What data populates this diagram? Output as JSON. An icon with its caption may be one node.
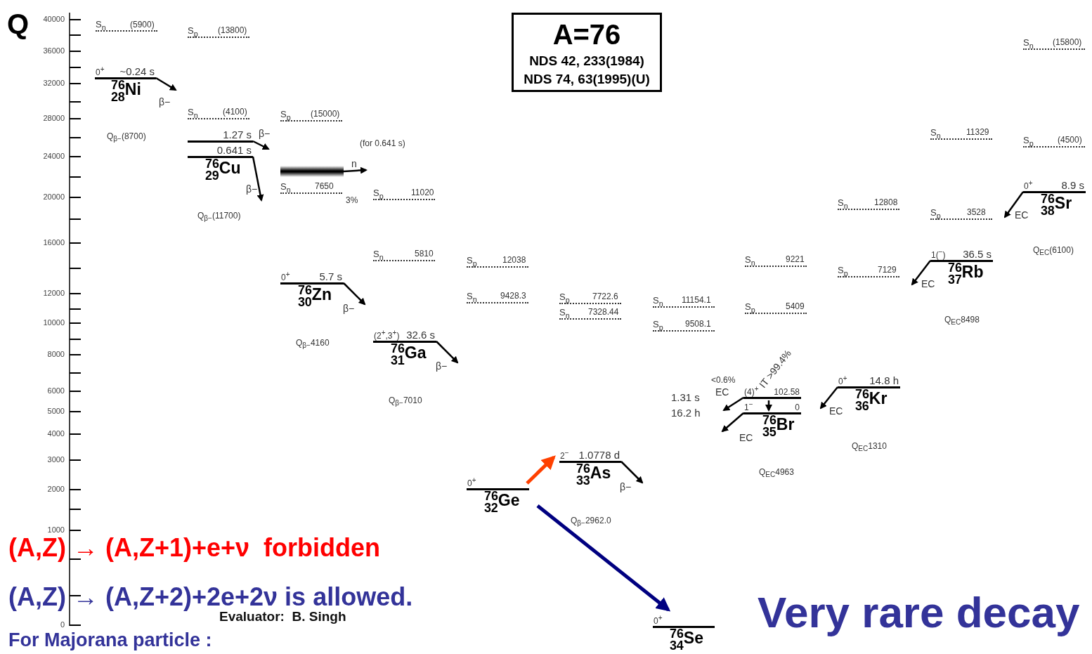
{
  "diagram": {
    "nodes": [
      {
        "text": [
          "A=76",
          "NDS 42, 233(1984)",
          "NDS 74, 63(1995)(U)"
        ]
      },
      {
        "text": [
          "0$^{+}$",
          "~0.24 s",
          "$^{76}$$_{28}$Ni"
        ]
      },
      {
        "text": [
          "1.27 s"
        ]
      },
      {
        "text": [
          "0.641 s",
          "$^{76}$$_{29}$Cu"
        ]
      },
      {
        "text": [],
        "shape": "bar"
      },
      {
        "text": [
          "0$^{+}$",
          "5.7 s",
          "$^{76}$$_{30}$Zn"
        ]
      },
      {
        "text": [
          "(2$^{+}$,3$^{+}$)",
          "32.6 s",
          "$^{76}$$_{31}$Ga"
        ]
      },
      {
        "text": [
          "0$^{+}$",
          "$^{76}$$_{32}$Ge"
        ]
      },
      {
        "text": [
          "2$^{−}$",
          "1.0778 d",
          "$^{76}$$_{33}$As"
        ]
      },
      {
        "text": [
          "0$^{+}$",
          "$^{76}$$_{34}$Se"
        ]
      },
      {
        "text": [
          "(4)$^{+}$",
          "102.58"
        ]
      },
      {
        "text": [
          "1$^{−}$",
          "0",
          "$^{76}$$_{35}$Br"
        ]
      },
      {
        "text": [
          "0$^{+}$",
          "14.8 h",
          "$^{76}$$_{36}$Kr"
        ]
      },
      {
        "text": [
          "1($^{−}$)",
          "36.5 s",
          "$^{76}$$_{37}$Rb"
        ]
      },
      {
        "text": [
          "0$^{+}$",
          "8.9 s",
          "$^{76}$$_{38}$Sr"
        ]
      }
    ],
    "edges": [
      {
        "from": 1,
        "to": null,
        "arrow": "to",
        "label": "β−"
      },
      {
        "from": 2,
        "to": null,
        "arrow": "to",
        "label": "β−"
      },
      {
        "from": 3,
        "to": null,
        "arrow": "to",
        "label": "β−"
      },
      {
        "from": 4,
        "to": null,
        "arrow": "to",
        "label": "n"
      },
      {
        "from": 5,
        "to": null,
        "arrow": "to",
        "label": "β−"
      },
      {
        "from": 6,
        "to": null,
        "arrow": "to",
        "label": "β−"
      },
      {
        "from": 7,
        "to": 8,
        "arrow": "to",
        "style": "thick",
        "color": "#ff4000"
      },
      {
        "from": 7,
        "to": 9,
        "arrow": "to",
        "style": "thick",
        "color": "#000080"
      },
      {
        "from": 8,
        "to": null,
        "arrow": "to",
        "label": "β−"
      },
      {
        "from": 10,
        "to": null,
        "arrow": "to",
        "label": "EC"
      },
      {
        "from": 10,
        "to": 11,
        "arrow": "to",
        "label": "IT >99.4%"
      },
      {
        "from": 11,
        "to": null,
        "arrow": "to",
        "label": "EC"
      },
      {
        "from": 12,
        "to": null,
        "arrow": "to",
        "label": "EC"
      },
      {
        "from": 13,
        "to": null,
        "arrow": "to",
        "label": "EC"
      },
      {
        "from": 14,
        "to": null,
        "arrow": "to",
        "label": "EC"
      }
    ],
    "labels": [
      "Q",
      "40000",
      "36000",
      "32000",
      "28000",
      "24000",
      "20000",
      "16000",
      "12000",
      "10000",
      "8000",
      "6000",
      "5000",
      "4000",
      "3000",
      "2000",
      "1000",
      "0",
      "S$_{n}$",
      "(5900)",
      "Q$_{β−}$(8700)",
      "S$_{p}$",
      "(13800)",
      "S$_{n}$",
      "(4100)",
      "Q$_{β−}$(11700)",
      "S$_{p}$",
      "(15000)",
      "(for 0.641 s)",
      "S$_{n}$",
      "7650",
      "3%",
      "Q$_{β−}$4160",
      "S$_{p}$",
      "11020",
      "S$_{n}$",
      "5810",
      "Q$_{β−}$7010",
      "S$_{p}$",
      "12038",
      "S$_{n}$",
      "9428.3",
      "S$_{p}$",
      "7722.6",
      "S$_{n}$",
      "7328.44",
      "Q$_{β−}$2962.0",
      "S$_{n}$",
      "11154.1",
      "S$_{p}$",
      "9508.1",
      "S$_{n}$",
      "9221",
      "S$_{p}$",
      "5409",
      "<0.6%",
      "Q$_{EC}$4963",
      "S$_{n}$",
      "12808",
      "S$_{p}$",
      "7129",
      "Q$_{EC}$1310",
      "S$_{n}$",
      "11329",
      "S$_{p}$",
      "3528",
      "Q$_{EC}$8498",
      "S$_{n}$",
      "(15800)",
      "S$_{p}$",
      "(4500)",
      "Q$_{EC}$(6100)",
      "(A,Z) → (A,Z+1)+e+ν  forbidden",
      "(A,Z) → (A,Z+2)+2e+2ν is allowed.",
      "Evaluator:  B. Singh",
      "Very rare decay",
      "For Majorana particle :",
      "1.31 s",
      "16.2 h"
    ]
  }
}
